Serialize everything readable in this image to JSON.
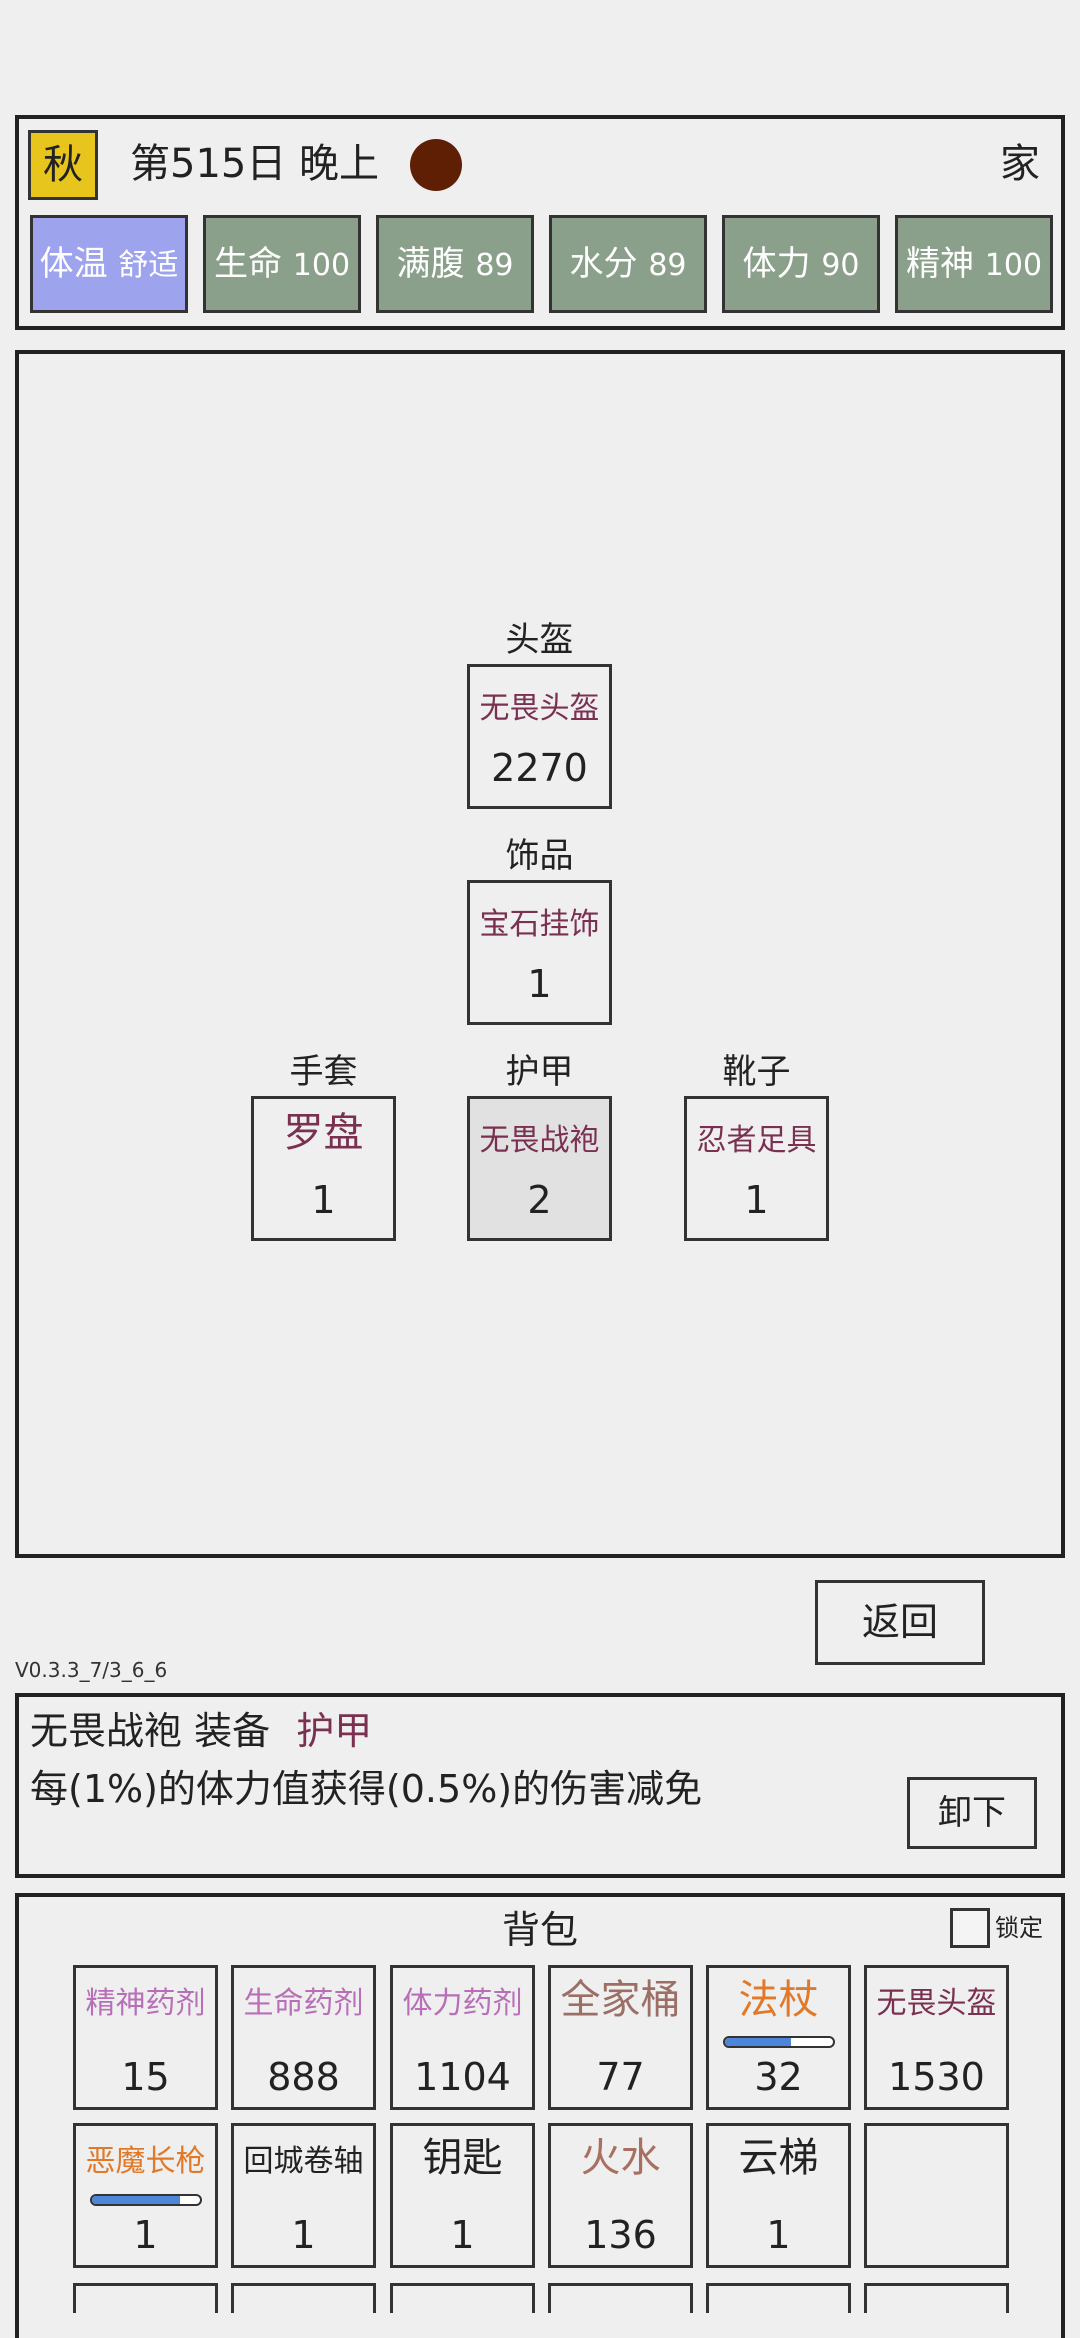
{
  "header": {
    "season": "秋",
    "day_text": "第515日 晚上",
    "location": "家",
    "sun_color": "#5e1f04"
  },
  "stats": [
    {
      "label": "体温",
      "value": "舒适"
    },
    {
      "label": "生命",
      "value": "100"
    },
    {
      "label": "满腹",
      "value": "89"
    },
    {
      "label": "水分",
      "value": "89"
    },
    {
      "label": "体力",
      "value": "90"
    },
    {
      "label": "精神",
      "value": "100"
    }
  ],
  "equipment": {
    "helmet": {
      "slot": "头盔",
      "name": "无畏头盔",
      "count": "2270"
    },
    "accessory": {
      "slot": "饰品",
      "name": "宝石挂饰",
      "count": "1"
    },
    "gloves": {
      "slot": "手套",
      "name": "罗盘",
      "count": "1"
    },
    "armor": {
      "slot": "护甲",
      "name": "无畏战袍",
      "count": "2"
    },
    "boots": {
      "slot": "靴子",
      "name": "忍者足具",
      "count": "1"
    }
  },
  "back_label": "返回",
  "version": "V0.3.3_7/3_6_6",
  "detail": {
    "item_name": "无畏战袍",
    "action": "装备",
    "slot": "护甲",
    "description": "每(1%)的体力值获得(0.5%)的伤害减免",
    "unequip_label": "卸下"
  },
  "bag": {
    "title": "背包",
    "lock_label": "锁定",
    "items": [
      {
        "name": "精神药剂",
        "count": "15",
        "color": "#b86fb8"
      },
      {
        "name": "生命药剂",
        "count": "888",
        "color": "#b86fb8"
      },
      {
        "name": "体力药剂",
        "count": "1104",
        "color": "#b86fb8"
      },
      {
        "name": "全家桶",
        "count": "77",
        "color": "#9b6f66"
      },
      {
        "name": "法杖",
        "count": "32",
        "color": "#e07a2a",
        "durability": 0.62
      },
      {
        "name": "无畏头盔",
        "count": "1530",
        "color": "#7a3050"
      },
      {
        "name": "恶魔长枪",
        "count": "1",
        "color": "#e07a2a",
        "durability": 0.82
      },
      {
        "name": "回城卷轴",
        "count": "1",
        "color": "#222222"
      },
      {
        "name": "钥匙",
        "count": "1",
        "color": "#222222"
      },
      {
        "name": "火水",
        "count": "136",
        "color": "#a87060"
      },
      {
        "name": "云梯",
        "count": "1",
        "color": "#222222"
      },
      {
        "name": "",
        "count": "",
        "color": "#222222"
      }
    ]
  }
}
